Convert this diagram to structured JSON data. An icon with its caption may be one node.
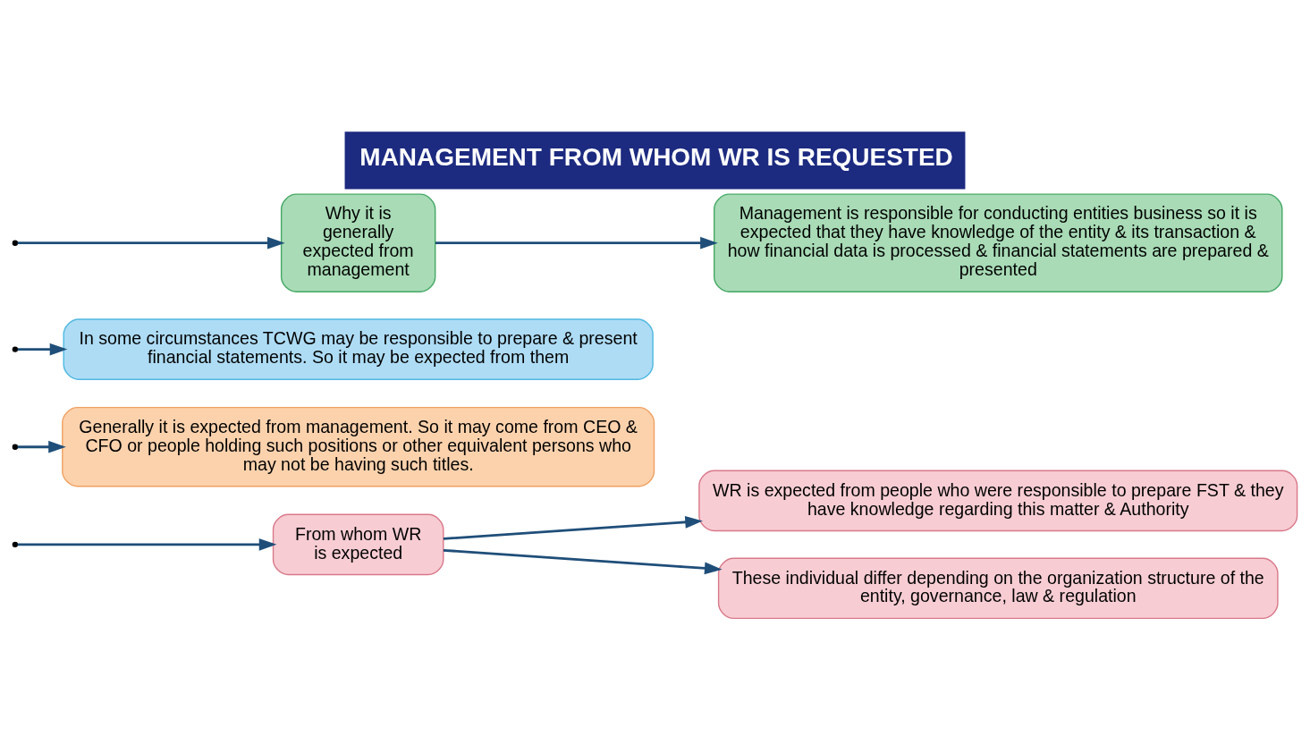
{
  "diagram": {
    "title": "MANAGEMENT FROM WHOM WR IS REQUESTED",
    "nodes": [
      {
        "text": [
          "From whom WR is expected"
        ]
      },
      {
        "text": [
          "WR is expected from people who were responsible to prepare FST & they have knowledge regarding this matter & Authority"
        ]
      },
      {
        "text": [
          "These individual differ depending on the organization structure of the entity, governance, law & regulation"
        ]
      },
      {
        "text": [
          "Generally it is expected from management. So it may come from CEO & CFO or people holding such positions or other equivalent persons who may not be having such titles."
        ]
      },
      {
        "text": [
          "In some circumstances TCWG may be responsible to prepare & present financial statements. So it may be expected from them"
        ]
      },
      {
        "text": [
          "Why it is generally expected from management"
        ]
      },
      {
        "text": [
          "Management is responsible for conducting entities business so it is expected that they have knowledge of the entity & its transaction & how financial data is processed & financial statements are prepared & presented"
        ]
      }
    ],
    "edges": [
      {
        "from": null,
        "to": 0,
        "arrow": "to"
      },
      {
        "from": 0,
        "to": 1,
        "arrow": "to"
      },
      {
        "from": 0,
        "to": 2,
        "arrow": "to"
      },
      {
        "from": null,
        "to": 3,
        "arrow": "to"
      },
      {
        "from": null,
        "to": 4,
        "arrow": "to"
      },
      {
        "from": null,
        "to": 5,
        "arrow": "to"
      },
      {
        "from": 5,
        "to": 6,
        "arrow": "to"
      }
    ]
  }
}
